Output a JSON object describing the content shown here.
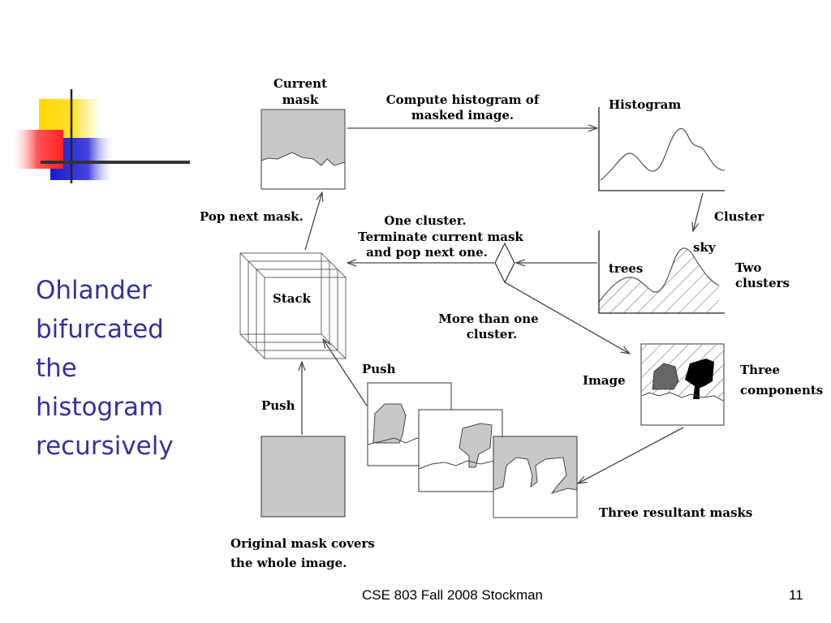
{
  "slide": {
    "title_lines": [
      "Ohlander",
      "bifurcated",
      "the",
      "histogram",
      "recursively"
    ],
    "footer": "CSE 803 Fall 2008 Stockman",
    "page_number": "11"
  },
  "diagram": {
    "current_mask": [
      "Current",
      "mask"
    ],
    "compute_histogram": [
      "Compute  histogram  of",
      "masked  image."
    ],
    "histogram": "Histogram",
    "cluster": "Cluster",
    "sky": "sky",
    "trees": "trees",
    "two_clusters": [
      "Two",
      "clusters"
    ],
    "pop_next_mask": "Pop  next  mask.",
    "one_cluster": [
      "One  cluster.",
      "Terminate current  mask",
      "and  pop  next  one."
    ],
    "stack": "Stack",
    "more_than_one": [
      "More  than  one",
      "cluster."
    ],
    "image": "Image",
    "three_components": [
      "Three",
      "components"
    ],
    "push_upper": "Push",
    "push_lower": "Push",
    "three_resultant_masks": "Three resultant masks",
    "original_mask": [
      "Original  mask  covers",
      "the  whole  image."
    ]
  },
  "colors": {
    "title": "#333399",
    "deco_yellow": "#ffd700",
    "deco_red": "#ff3333",
    "deco_blue": "#2222cc",
    "mask_gray": "#c8c8c8"
  }
}
